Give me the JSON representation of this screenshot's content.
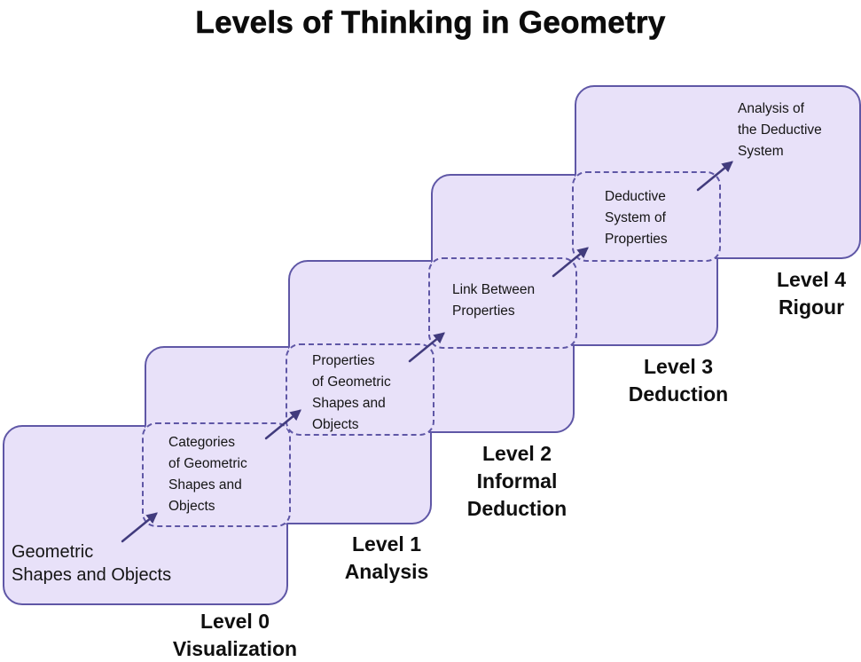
{
  "title": "Levels of Thinking in Geometry",
  "levels": [
    {
      "level": "Level 0",
      "sublabel": "Visualization"
    },
    {
      "level": "Level 1",
      "sublabel": "Analysis"
    },
    {
      "level": "Level 2",
      "sublabel": "Informal Deduction"
    },
    {
      "level": "Level 3",
      "sublabel": "Deduction"
    },
    {
      "level": "Level 4",
      "sublabel": "Rigour"
    }
  ],
  "concepts": [
    "Geometric\nShapes and Objects",
    "Categories\nof Geometric\nShapes and\nObjects",
    "Properties\nof Geometric\nShapes and\nObjects",
    "Link Between\nProperties",
    "Deductive\nSystem of\nProperties",
    "Analysis of\nthe Deductive\nSystem"
  ],
  "colors": {
    "box_fill": "#e8e1f9",
    "box_border": "#5f57a6",
    "arrow": "#413b7d",
    "text": "#111111"
  }
}
